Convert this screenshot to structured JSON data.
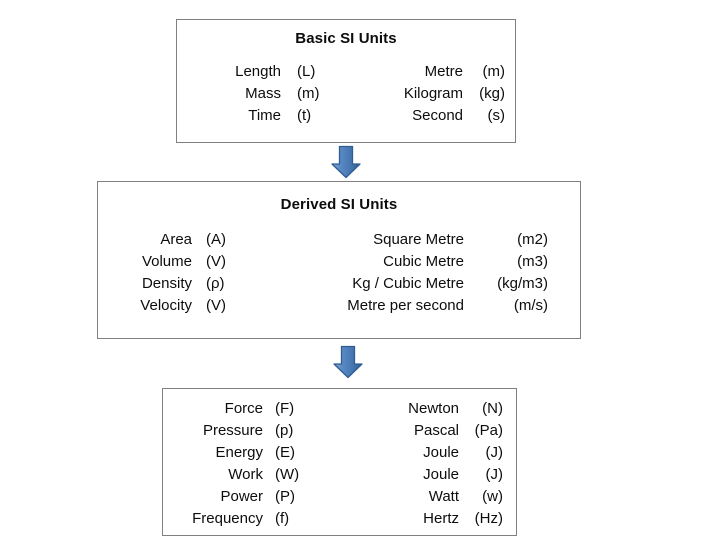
{
  "diagram": {
    "title_hidden": "SI Units hierarchy flow diagram",
    "accent_color": "#4a7ebb",
    "accent_color_dark": "#2f5d93",
    "border_color": "#808080",
    "text_color": "#0d0d0d",
    "background": "#ffffff"
  },
  "basic": {
    "title": "Basic SI Units",
    "rows": [
      {
        "quantity": "Length",
        "symbol": "(L)",
        "unit": "Metre",
        "abbr": "(m)"
      },
      {
        "quantity": "Mass",
        "symbol": "(m)",
        "unit": "Kilogram",
        "abbr": "(kg)"
      },
      {
        "quantity": "Time",
        "symbol": "(t)",
        "unit": "Second",
        "abbr": "(s)"
      }
    ]
  },
  "derived": {
    "title": "Derived SI Units",
    "rows": [
      {
        "quantity": "Area",
        "symbol": "(A)",
        "unit": "Square Metre",
        "abbr": "(m2)"
      },
      {
        "quantity": "Volume",
        "symbol": "(V)",
        "unit": "Cubic Metre",
        "abbr": "(m3)"
      },
      {
        "quantity": "Density",
        "symbol": "(ρ)",
        "unit": "Kg / Cubic Metre",
        "abbr": "(kg/m3)"
      },
      {
        "quantity": "Velocity",
        "symbol": "(V)",
        "unit": "Metre per second",
        "abbr": "(m/s)"
      }
    ]
  },
  "force": {
    "title": "",
    "rows": [
      {
        "quantity": "Force",
        "symbol": "(F)",
        "unit": "Newton",
        "abbr": "(N)"
      },
      {
        "quantity": "Pressure",
        "symbol": "(p)",
        "unit": "Pascal",
        "abbr": "(Pa)"
      },
      {
        "quantity": "Energy",
        "symbol": "(E)",
        "unit": "Joule",
        "abbr": "(J)"
      },
      {
        "quantity": "Work",
        "symbol": "(W)",
        "unit": "Joule",
        "abbr": "(J)"
      },
      {
        "quantity": "Power",
        "symbol": "(P)",
        "unit": "Watt",
        "abbr": "(w)"
      },
      {
        "quantity": "Frequency",
        "symbol": "(f)",
        "unit": "Hertz",
        "abbr": "(Hz)"
      }
    ]
  },
  "arrows": [
    {
      "name": "down-arrow-basic-to-derived"
    },
    {
      "name": "down-arrow-derived-to-force"
    }
  ]
}
